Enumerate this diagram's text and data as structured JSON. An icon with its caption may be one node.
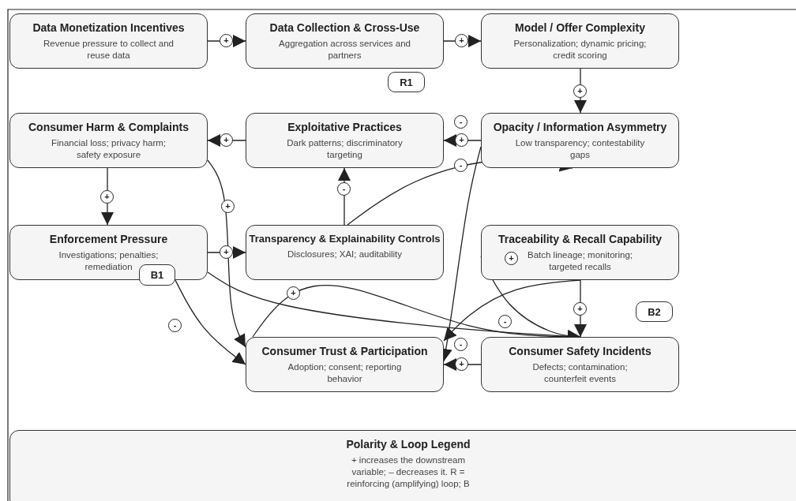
{
  "diagram": {
    "nodes": [
      {
        "text": [
          "Data Monetization Incentives",
          "Revenue pressure to collect and reuse data"
        ]
      },
      {
        "text": [
          "Data Collection & Cross-Use",
          "Aggregation across services and partners"
        ]
      },
      {
        "text": [
          "Model / Offer Complexity",
          "Personalization; dynamic pricing; credit scoring"
        ]
      },
      {
        "text": [
          "Consumer Harm & Complaints",
          "Financial loss; privacy harm; safety exposure"
        ]
      },
      {
        "text": [
          "Exploitative Practices",
          "Dark patterns; discriminatory targeting"
        ]
      },
      {
        "text": [
          "Opacity / Information Asymmetry",
          "Low transparency; contestability gaps"
        ]
      },
      {
        "text": [
          "Enforcement Pressure",
          "Investigations; penalties; remediation"
        ]
      },
      {
        "text": [
          "Transparency & Explainability Controls",
          "Disclosures; XAI; auditability"
        ]
      },
      {
        "text": [
          "Traceability & Recall Capability",
          "Batch lineage; monitoring; targeted recalls"
        ]
      },
      {
        "text": [
          "Consumer Trust & Participation",
          "Adoption; consent; reporting behavior"
        ]
      },
      {
        "text": [
          "Consumer Safety Incidents",
          "Defects; contamination; counterfeit events"
        ]
      },
      {
        "text": [
          "Polarity & Loop Legend",
          "+ increases the downstream variable; – decreases it. R = reinforcing (amplifying) loop; B"
        ]
      },
      {
        "text": [
          "R1"
        ]
      },
      {
        "text": [
          "B1"
        ]
      },
      {
        "text": [
          "B2"
        ]
      }
    ],
    "edges": [
      {
        "from": 0,
        "to": 1,
        "arrow": "to",
        "label": "+"
      },
      {
        "from": 1,
        "to": 2,
        "arrow": "to",
        "label": "+"
      },
      {
        "from": 2,
        "to": 5,
        "arrow": "to",
        "label": "+"
      },
      {
        "from": 5,
        "to": 4,
        "arrow": "to",
        "label": "+"
      },
      {
        "from": 4,
        "to": 3,
        "arrow": "to",
        "label": "+"
      },
      {
        "from": 3,
        "to": 6,
        "arrow": "to",
        "label": "+"
      },
      {
        "from": 6,
        "to": 7,
        "arrow": "to",
        "label": "+"
      },
      {
        "from": 7,
        "to": 4,
        "arrow": "to",
        "label": "-"
      },
      {
        "from": 7,
        "to": 5,
        "arrow": "to",
        "label": "-"
      },
      {
        "from": 5,
        "to": 9,
        "arrow": "to",
        "label": "-"
      },
      {
        "from": 10,
        "to": 9,
        "arrow": "to",
        "label": "+"
      },
      {
        "from": 8,
        "to": 9,
        "arrow": "to",
        "label": "-"
      },
      {
        "from": 6,
        "to": 9,
        "arrow": "to",
        "label": "-"
      },
      {
        "from": 3,
        "to": 9,
        "arrow": "to",
        "label": "+"
      },
      {
        "from": 8,
        "to": 10,
        "arrow": "to",
        "label": "+"
      },
      {
        "from": 6,
        "to": 10,
        "arrow": "to",
        "label": "+"
      },
      {
        "from": 9,
        "to": 10,
        "arrow": "to",
        "label": "-"
      },
      {
        "from": 8,
        "to": 10,
        "arrow": "to",
        "label": "+"
      }
    ]
  }
}
